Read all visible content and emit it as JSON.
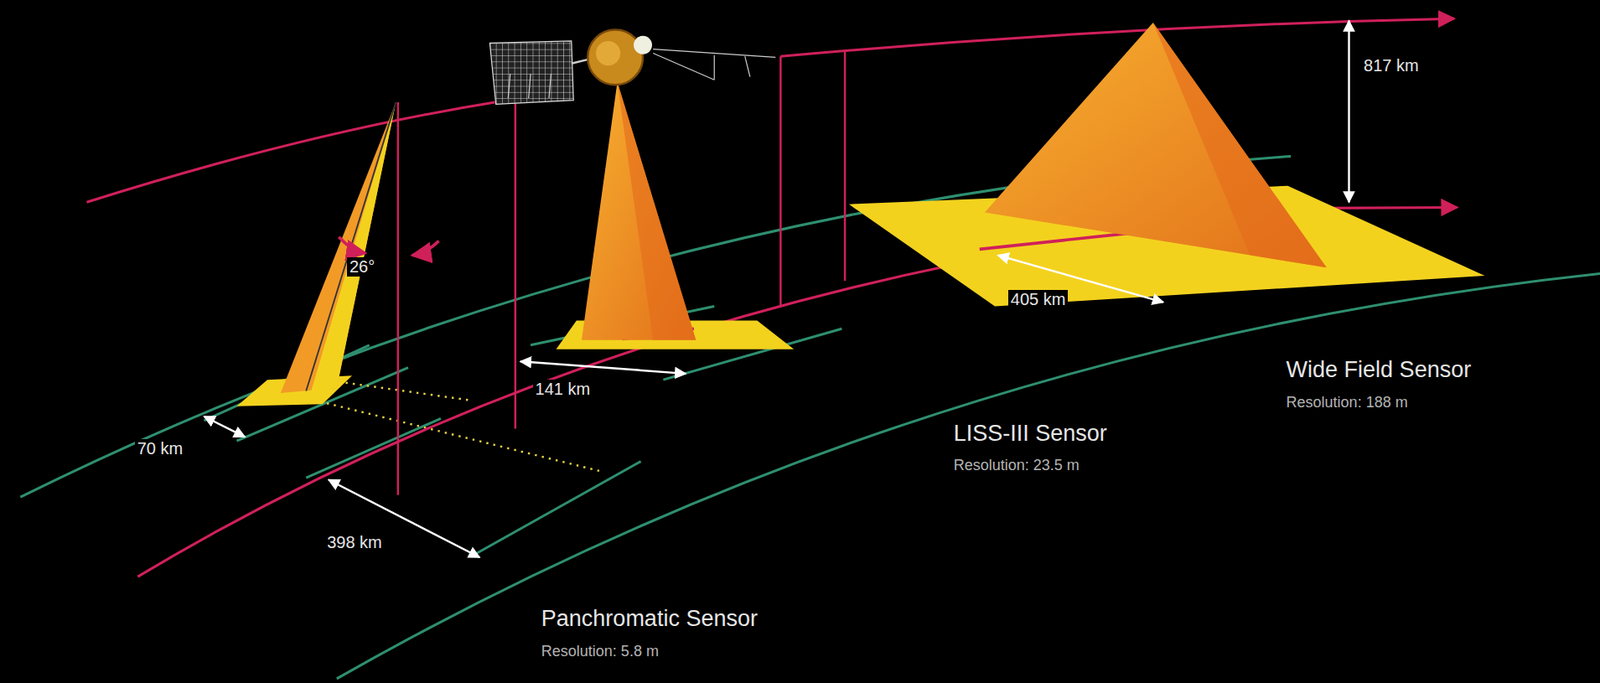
{
  "diagram": {
    "labels": [
      "817 km",
      "26°",
      "141 km",
      "405 km",
      "70 km",
      "398 km",
      "LISS-III Sensor",
      "Resolution: 23.5 m",
      "Wide Field Sensor",
      "Resolution: 188 m",
      "Panchromatic Sensor",
      "Resolution: 5.8 m"
    ]
  }
}
